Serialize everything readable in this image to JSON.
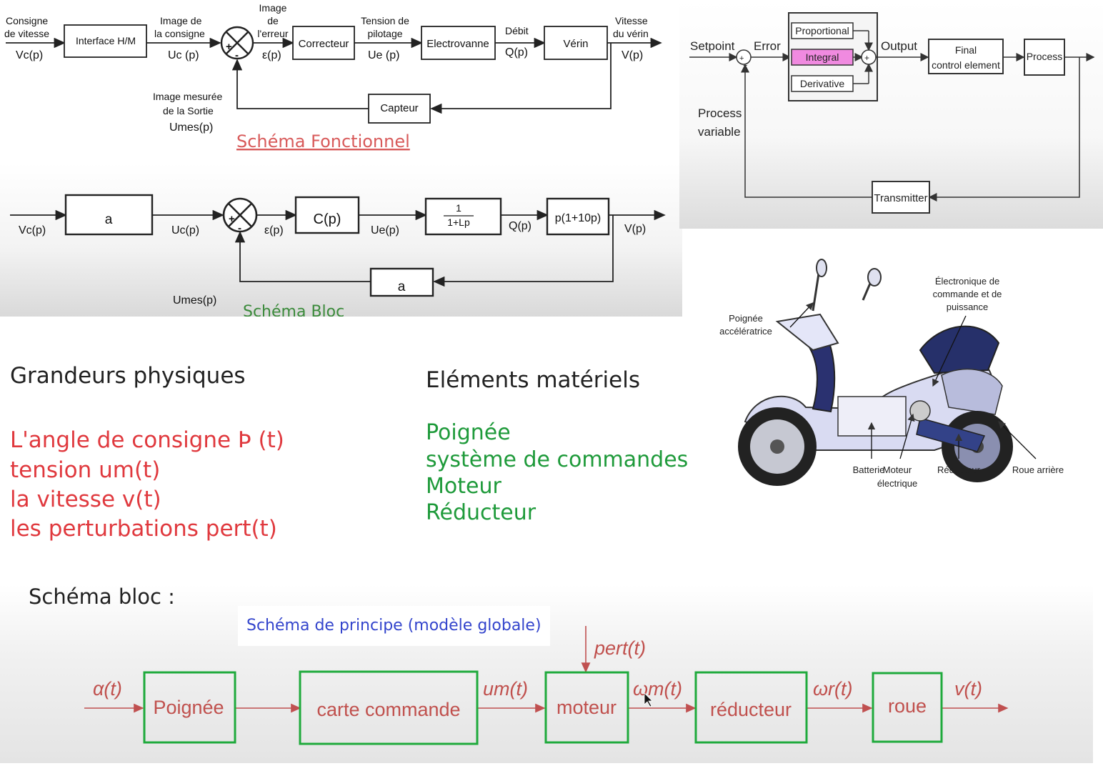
{
  "fonctionnel": {
    "consigne_l1": "Consigne",
    "consigne_l2": "de vitesse",
    "vc": "Vc(p)",
    "interface": "Interface H/M",
    "image_consigne_l1": "Image de",
    "image_consigne_l2": "la consigne",
    "uc": "Uc (p)",
    "image_erreur_l1": "Image",
    "image_erreur_l2": "de",
    "image_erreur_l3": "l'erreur",
    "eps": "ε(p)",
    "correcteur": "Correcteur",
    "tension_l1": "Tension de",
    "tension_l2": "pilotage",
    "ue": "Ue (p)",
    "electrovanne": "Electrovanne",
    "debit": "Débit",
    "q": "Q(p)",
    "verin": "Vérin",
    "vitesse_l1": "Vitesse",
    "vitesse_l2": "du vérin",
    "v": "V(p)",
    "capteur": "Capteur",
    "mesuree_l1": "Image mesurée",
    "mesuree_l2": "de la Sortie",
    "umes": "Umes(p)",
    "plus": "+",
    "minus": "-",
    "title": "Schéma Fonctionnel"
  },
  "bloc": {
    "vc": "Vc(p)",
    "a1": "a",
    "uc": "Uc(p)",
    "eps": "ε(p)",
    "cp": "C(p)",
    "ue": "Ue(p)",
    "frac_num": "1",
    "frac_den": "1+Lp",
    "q": "Q(p)",
    "p10": "p(1+10p)",
    "v": "V(p)",
    "a2": "a",
    "umes": "Umes(p)",
    "plus": "+",
    "minus": "-",
    "title": "Schéma Bloc"
  },
  "pid": {
    "setpoint": "Setpoint",
    "error": "Error",
    "proportional": "Proportional",
    "integral": "Integral",
    "derivative": "Derivative",
    "output": "Output",
    "final_l1": "Final",
    "final_l2": "control element",
    "process": "Process",
    "pv_l1": "Process",
    "pv_l2": "variable",
    "transmitter": "Transmitter",
    "plus": "+",
    "minus": "−"
  },
  "scooter": {
    "poignee_l1": "Poignée",
    "poignee_l2": "accélératrice",
    "elec_l1": "Électronique de",
    "elec_l2": "commande et de",
    "elec_l3": "puissance",
    "batterie": "Batterie",
    "moteur_l1": "Moteur",
    "moteur_l2": "électrique",
    "reducteur": "Réducteur",
    "roue": "Roue arrière"
  },
  "grandeurs": {
    "title": "Grandeurs physiques",
    "items": [
      "L'angle de consigne Þ (t)",
      "tension um(t)",
      "la vitesse v(t)",
      "les perturbations pert(t)"
    ]
  },
  "materiels": {
    "title": "Eléments matériels",
    "items": [
      "Poignée",
      "système de commandes",
      "Moteur",
      "Réducteur"
    ]
  },
  "principe": {
    "title": "Schéma bloc :",
    "subtitle": "Schéma de principe (modèle globale)",
    "alpha": "α(t)",
    "poignee": "Poignée",
    "carte": "carte commande",
    "um": "um(t)",
    "moteur": "moteur",
    "wm": "ωm(t)",
    "reducteur": "réducteur",
    "wr": "ωr(t)",
    "roue": "roue",
    "v": "v(t)",
    "pert": "pert(t)"
  },
  "colors": {
    "red_text": "#e0393e",
    "green_text": "#1e9a3a",
    "green_box": "#1faa3c",
    "blue_text": "#3344cc",
    "integral_fill": "#f08ae0",
    "diagram_red": "#c0504d"
  }
}
